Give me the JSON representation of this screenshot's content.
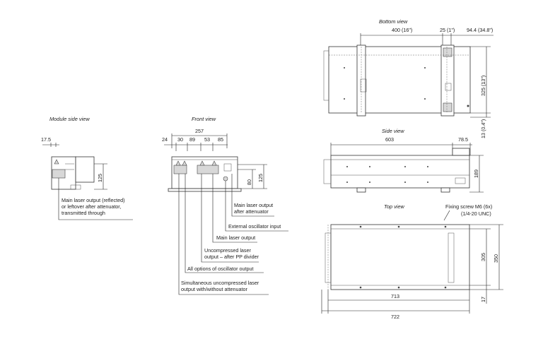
{
  "views": {
    "module_side": "Module side view",
    "front": "Front view",
    "bottom": "Bottom view",
    "side": "Side view",
    "top": "Top view"
  },
  "module_side": {
    "dim_width": "17.5",
    "dim_height": "125"
  },
  "front": {
    "dim_total": "257",
    "dim_a": "24",
    "dim_b": "30",
    "dim_c": "89",
    "dim_d": "53",
    "dim_e": "85",
    "dim_h1": "80",
    "dim_h2": "125"
  },
  "bottom": {
    "dim_400": "400 (16\")",
    "dim_25": "25 (1\")",
    "dim_94": "94.4 (34.8\")",
    "dim_325": "325 (13\")",
    "dim_13": "13 (0.4\")"
  },
  "side": {
    "dim_603": "603",
    "dim_785": "78.5",
    "dim_189": "189"
  },
  "top": {
    "screw_line1": "Fixing screw M6 (6x)",
    "screw_line2": "(1/4-20 UNC)",
    "dim_305": "305",
    "dim_350": "350",
    "dim_17": "17",
    "dim_713": "713",
    "dim_722": "722"
  },
  "callouts": {
    "reflected": [
      "Main laser output (reflected)",
      "or leftover after attenuator,",
      "transmitted through"
    ],
    "after_attenuator": [
      "Main laser output",
      "after attenuator"
    ],
    "ext_osc": [
      "External oscillator input"
    ],
    "main": [
      "Main laser output"
    ],
    "uncompressed": [
      "Uncompressed laser",
      "output – after PP divider"
    ],
    "all_options": [
      "All options of oscillator output"
    ],
    "simultaneous": [
      "Simultaneous uncompressed laser",
      "output with/without attenuator"
    ]
  }
}
